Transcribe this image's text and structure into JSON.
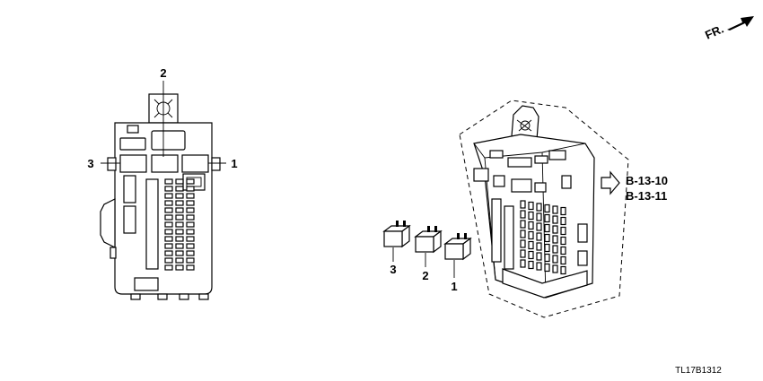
{
  "orientation": {
    "text": "FR."
  },
  "callouts": [
    "1",
    "2",
    "3"
  ],
  "references": [
    "B-13-10",
    "B-13-11"
  ],
  "diagram_code": "TL17B1312"
}
